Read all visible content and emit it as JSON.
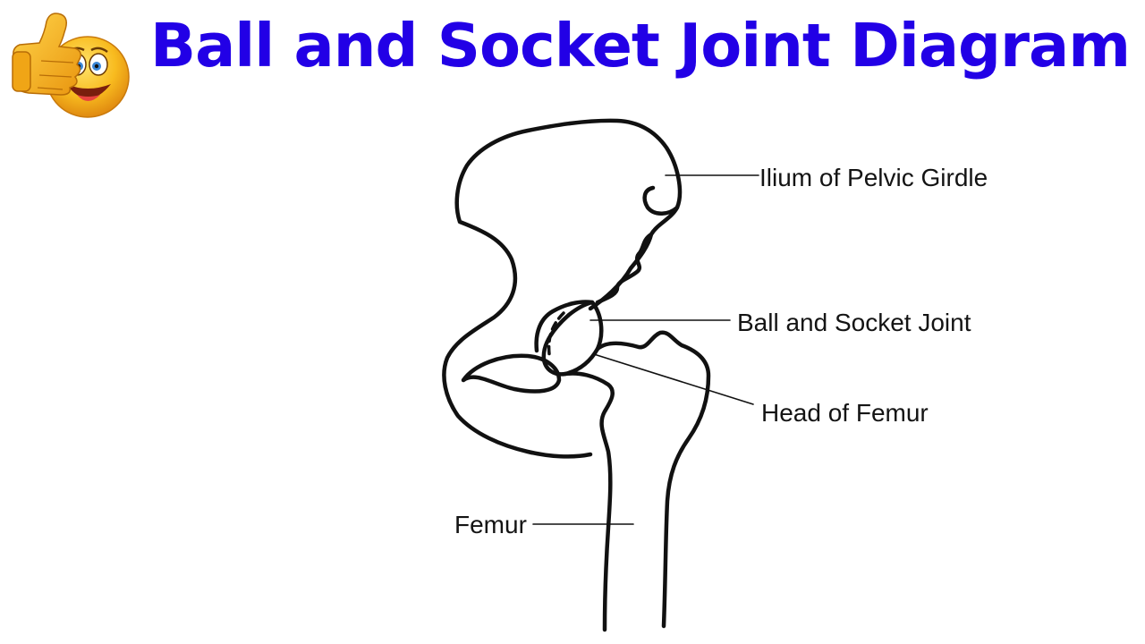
{
  "title": "Ball and Socket Joint Diagram",
  "colors": {
    "title": "#2200e6",
    "ink": "#111111",
    "emoji_face": "#f7b51d",
    "emoji_tongue": "#e8433f"
  },
  "icons": {
    "header": "thumbs-up-emoji-icon"
  },
  "labels": {
    "ilium": "Ilium of Pelvic Girdle",
    "joint": "Ball and Socket Joint",
    "head": "Head of Femur",
    "femur": "Femur"
  }
}
